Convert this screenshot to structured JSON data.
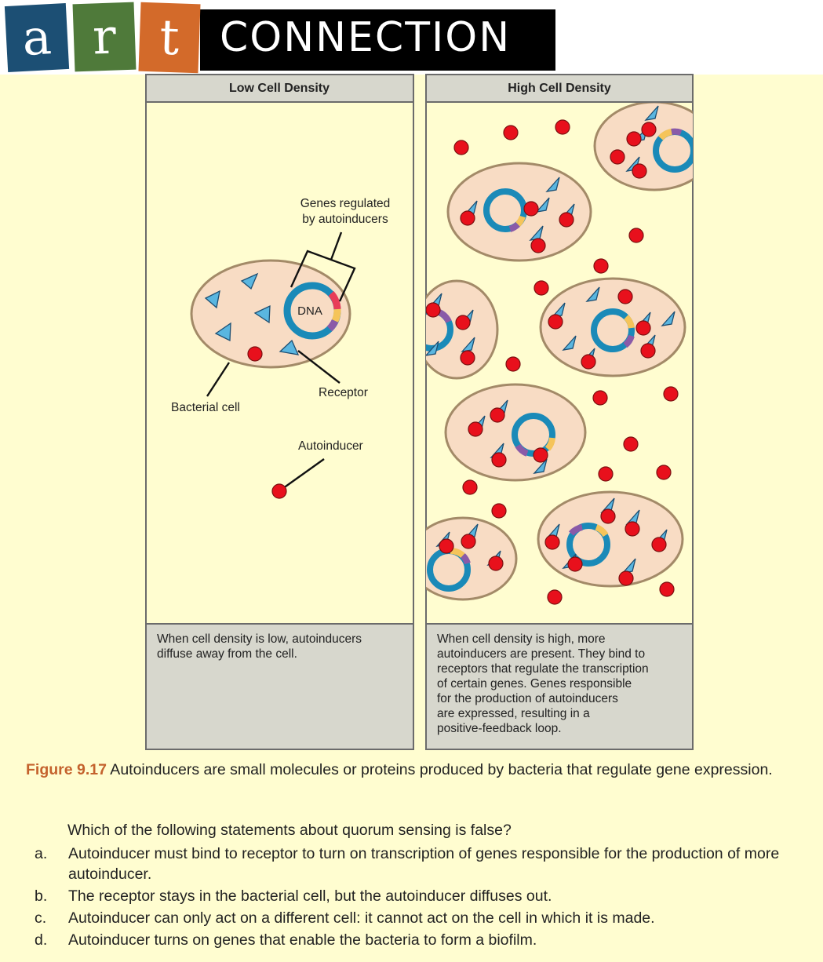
{
  "banner": {
    "letters": [
      "a",
      "r",
      "t"
    ],
    "title": "CONNECTION",
    "colors": {
      "a": "#1c4f74",
      "r": "#4f7a3a",
      "t": "#d36a2a",
      "background": "#000000"
    }
  },
  "figure": {
    "left_panel": {
      "header": "Low Cell Density",
      "labels": {
        "genes": [
          "Genes regulated",
          "by autoinducers"
        ],
        "dna": "DNA",
        "receptor": "Receptor",
        "bacterial_cell": "Bacterial cell",
        "autoinducer": "Autoinducer"
      },
      "description": [
        "When cell density is low, autoinducers",
        "diffuse away from the cell."
      ]
    },
    "right_panel": {
      "header": "High Cell Density",
      "description": [
        "When cell density is high, more",
        "autoinducers are present. They bind to",
        "receptors that regulate the transcription",
        "of certain genes. Genes responsible",
        "for the production of autoinducers",
        "are expressed, resulting in a",
        "positive-feedback loop."
      ]
    },
    "colors": {
      "cell_fill": "#f8dcc4",
      "cell_stroke": "#a38a68",
      "dna_ring": "#1a8ab8",
      "autoinducer": "#e8101c",
      "receptor": "#5ab6e0",
      "gene_purple": "#8a5aa8",
      "gene_yellow": "#f5c45a",
      "gene_red": "#e83c58"
    }
  },
  "caption": {
    "figure_number": "Figure 9.17",
    "text": " Autoinducers are small molecules or proteins produced by bacteria that regulate gene expression."
  },
  "question": {
    "prompt": "Which of the following statements about quorum sensing is false?",
    "options": [
      {
        "letter": "a.",
        "text": "Autoinducer must bind to receptor to turn on transcription of genes responsible for the production of more autoinducer."
      },
      {
        "letter": "b.",
        "text": "The receptor stays in the bacterial cell, but the autoinducer diffuses out."
      },
      {
        "letter": "c.",
        "text": "Autoinducer can only act on a different cell: it cannot act on the cell in which it is made."
      },
      {
        "letter": "d.",
        "text": "Autoinducer turns on genes that enable the bacteria to form a biofilm."
      }
    ]
  }
}
